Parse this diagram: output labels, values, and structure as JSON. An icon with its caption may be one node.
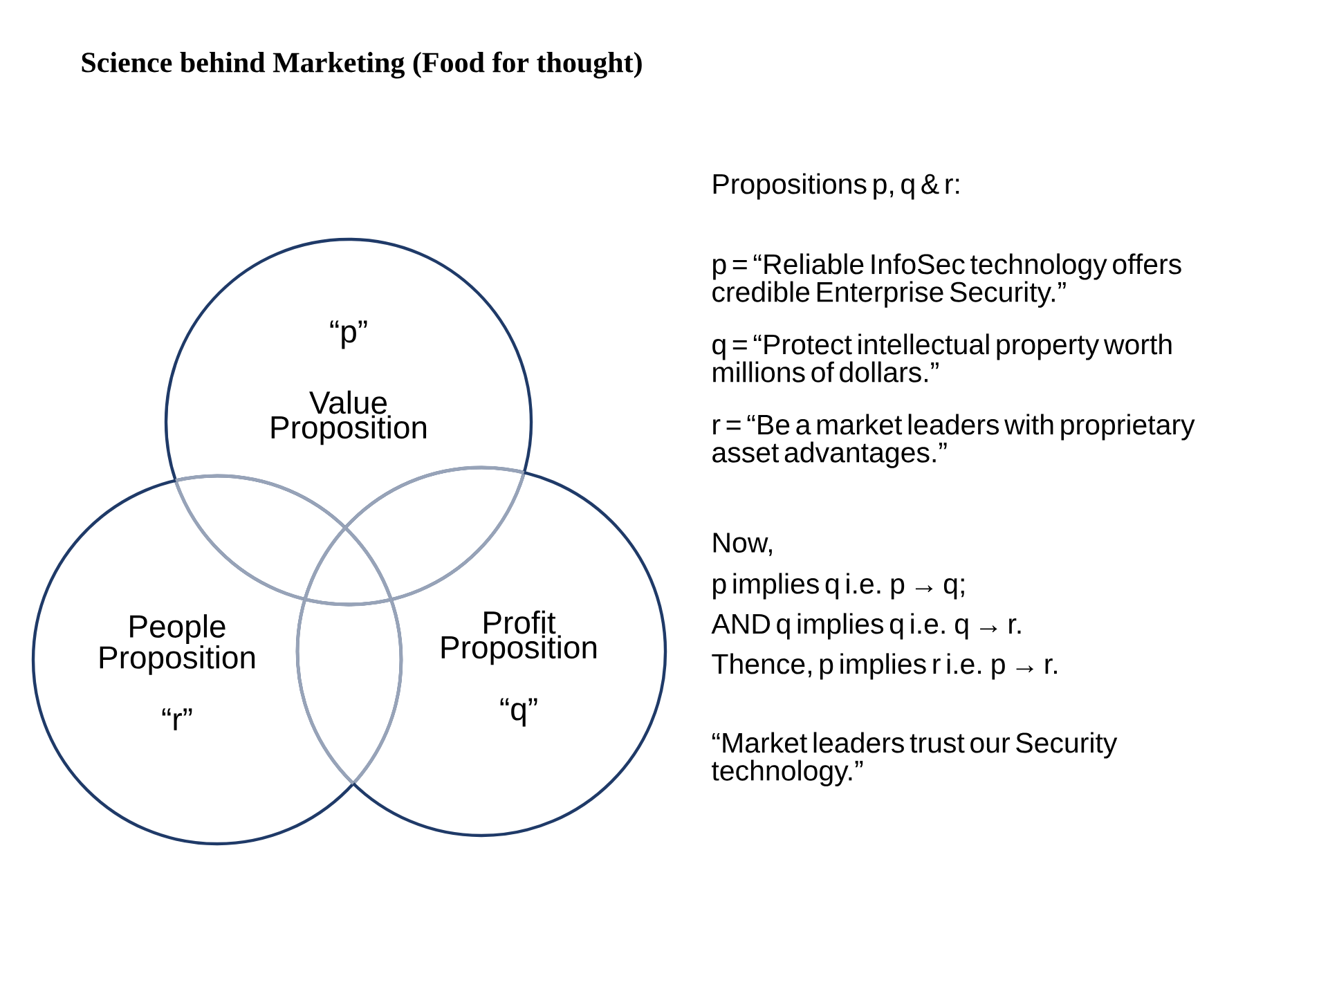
{
  "diagram": {
    "title": "Science behind Marketing (Food for thought)",
    "nodes": [
      {
        "text": [
          "“p”",
          "Value Proposition"
        ]
      },
      {
        "text": [
          "People Proposition",
          "“r”"
        ]
      },
      {
        "text": [
          "Profit Proposition",
          "“q”"
        ]
      }
    ],
    "labels": [
      "Propositions p, q & r:",
      "p = “Reliable InfoSec technology offers credible Enterprise Security.”",
      "q = “Protect intellectual property worth millions of dollars.”",
      "r = “Be a market leaders with proprietary asset advantages.”",
      "Now,",
      "p implies q i.e. p → q;",
      "AND q implies q i.e. q → r.",
      "Thence, p implies r i.e. p → r.",
      "“Market leaders trust our Security technology.”"
    ]
  }
}
